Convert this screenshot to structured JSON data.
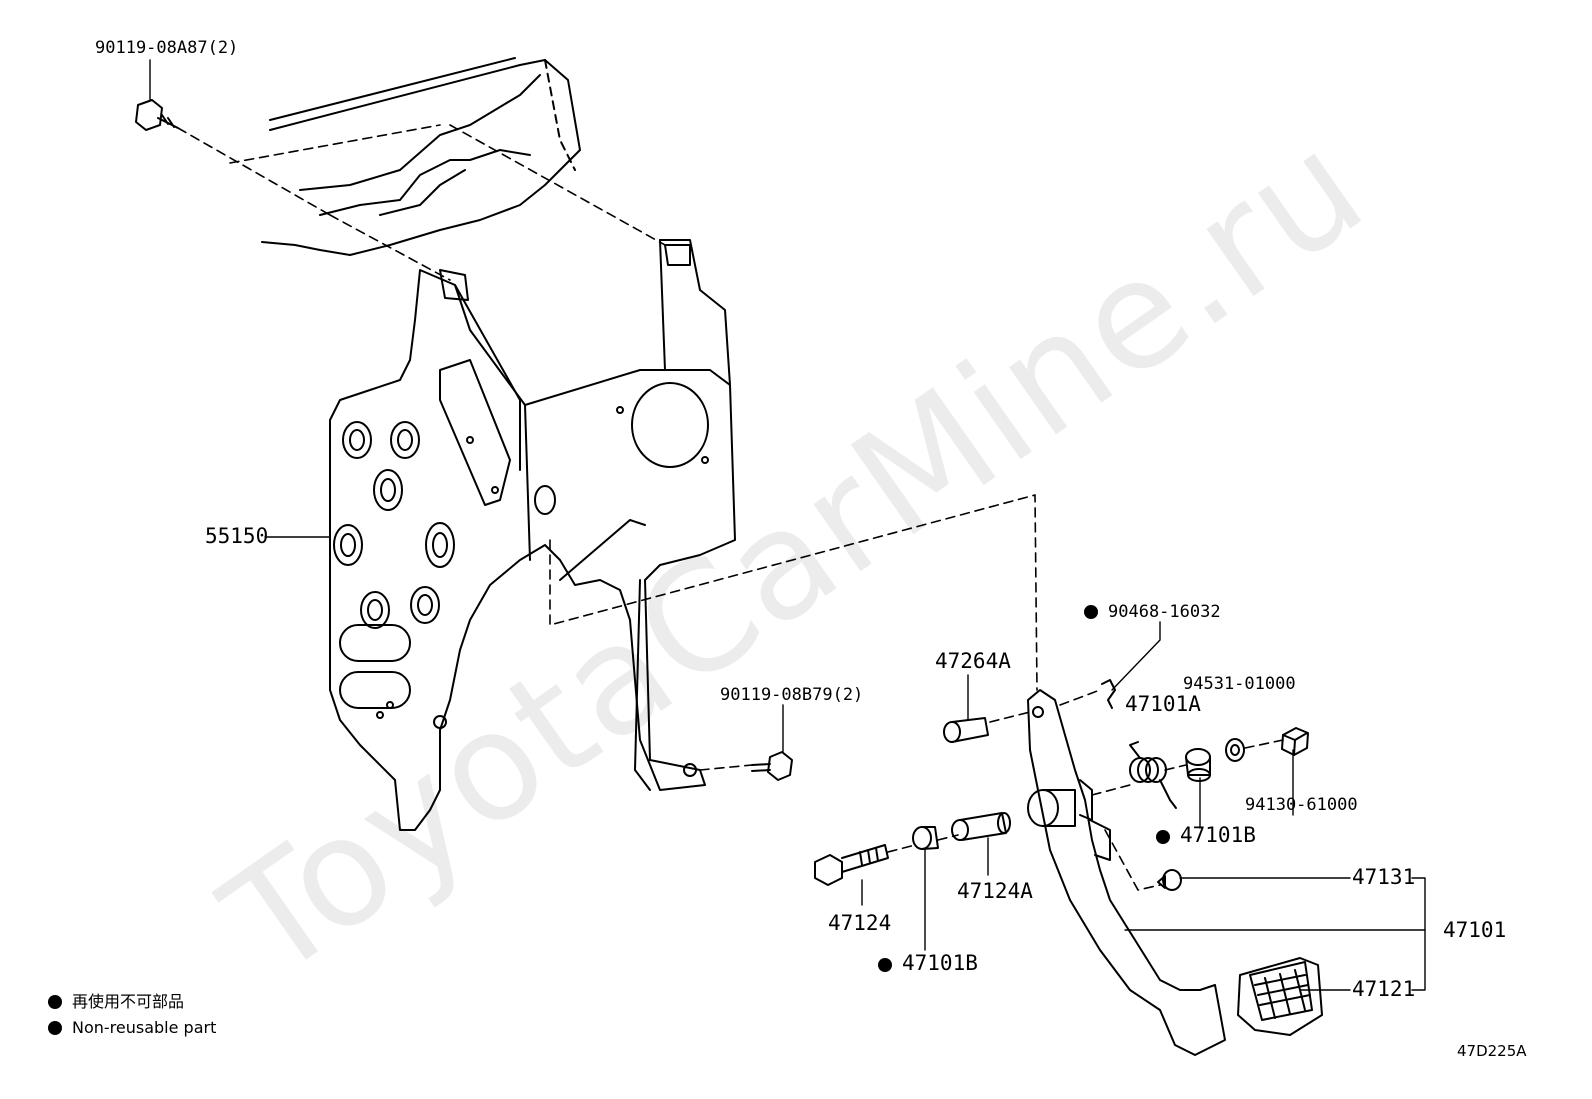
{
  "watermark": "ToyotaCarMine.ru",
  "diagram_code": "47D225A",
  "legend": [
    {
      "marker": "●",
      "text": "再使用不可部品"
    },
    {
      "marker": "●",
      "text": "Non-reusable part"
    }
  ],
  "labels": {
    "bolt_top": "90119-08A87(2)",
    "bracket": "55150",
    "bolt_mid": "90119-08B79(2)",
    "pin": "47264A",
    "nonreuse_clip": "90468-16032",
    "clip_part": "94531-01000",
    "bushing_a": "47101A",
    "nut": "94130-61000",
    "bushing_b_right": "47101B",
    "bolt_pivot": "47124",
    "collar": "47124A",
    "bushing_b_left": "47101B",
    "stopper": "47131",
    "pedal_assy": "47101",
    "pad": "47121"
  }
}
